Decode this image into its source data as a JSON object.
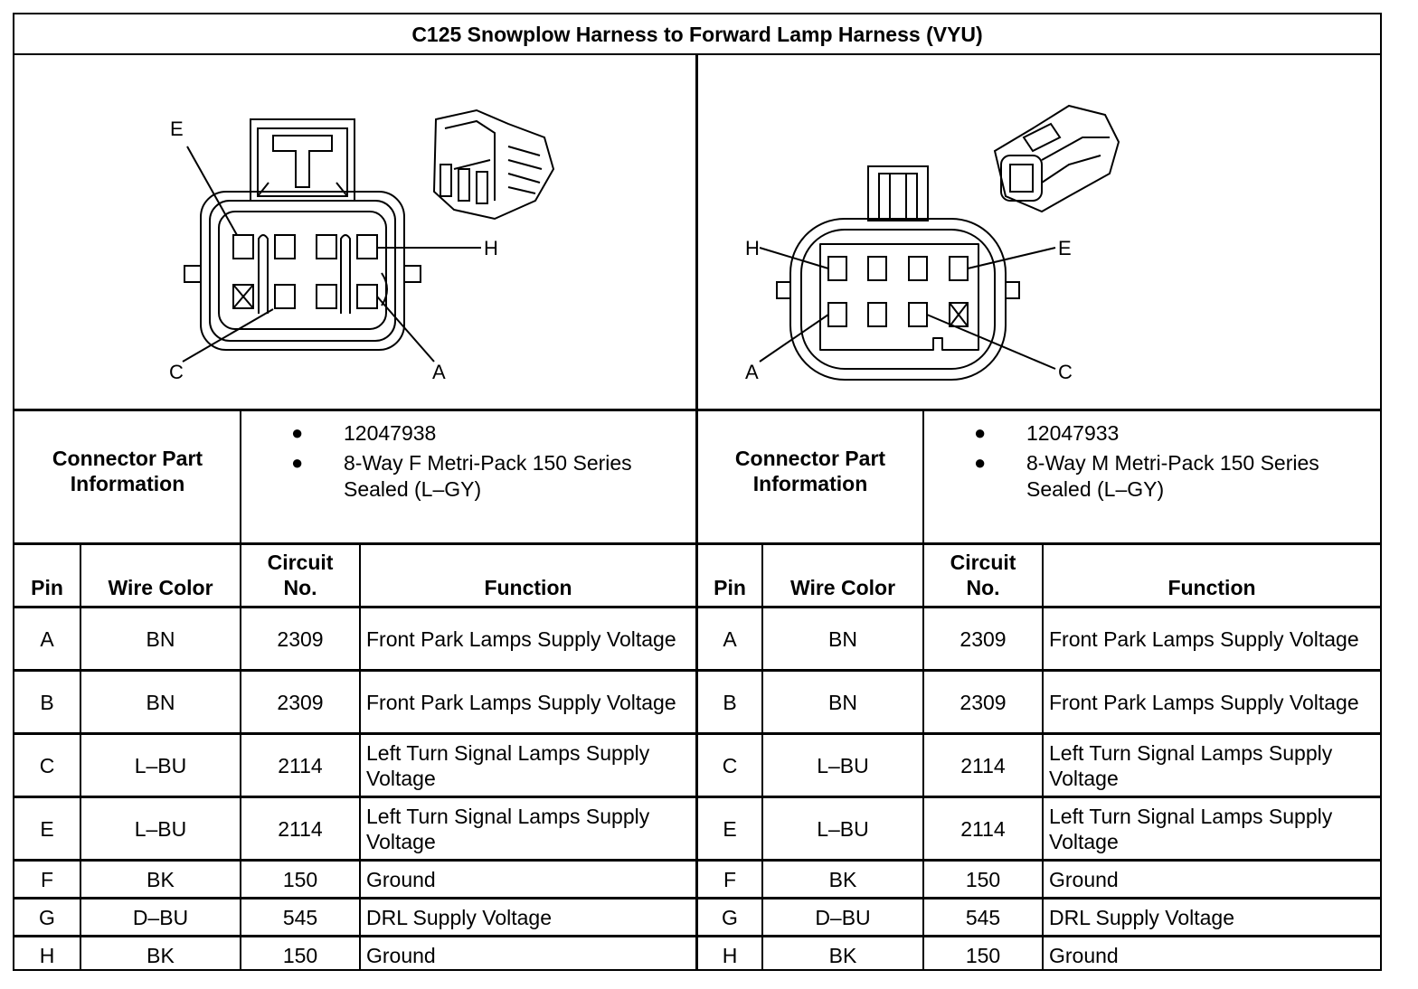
{
  "title": "C125 Snowplow Harness to Forward Lamp Harness (VYU)",
  "connectors": [
    {
      "info_label": "Connector Part Information",
      "part_info": [
        "12047938",
        "8-Way F Metri-Pack 150 Series Sealed (L–GY)"
      ],
      "callouts": [
        "E",
        "H",
        "C",
        "A"
      ],
      "columns": [
        "Pin",
        "Wire Color",
        "Circuit No.",
        "Function"
      ],
      "rows": [
        {
          "pin": "A",
          "wire": "BN",
          "circuit": "2309",
          "function": "Front Park Lamps Supply Voltage"
        },
        {
          "pin": "B",
          "wire": "BN",
          "circuit": "2309",
          "function": "Front Park Lamps Supply Voltage"
        },
        {
          "pin": "C",
          "wire": "L–BU",
          "circuit": "2114",
          "function": "Left Turn Signal Lamps Supply Voltage"
        },
        {
          "pin": "E",
          "wire": "L–BU",
          "circuit": "2114",
          "function": "Left Turn Signal Lamps Supply Voltage"
        },
        {
          "pin": "F",
          "wire": "BK",
          "circuit": "150",
          "function": "Ground"
        },
        {
          "pin": "G",
          "wire": "D–BU",
          "circuit": "545",
          "function": "DRL Supply Voltage"
        },
        {
          "pin": "H",
          "wire": "BK",
          "circuit": "150",
          "function": "Ground"
        }
      ]
    },
    {
      "info_label": "Connector Part Information",
      "part_info": [
        "12047933",
        "8-Way M Metri-Pack 150 Series Sealed (L–GY)"
      ],
      "callouts": [
        "H",
        "E",
        "A",
        "C"
      ],
      "columns": [
        "Pin",
        "Wire Color",
        "Circuit No.",
        "Function"
      ],
      "rows": [
        {
          "pin": "A",
          "wire": "BN",
          "circuit": "2309",
          "function": "Front Park Lamps Supply Voltage"
        },
        {
          "pin": "B",
          "wire": "BN",
          "circuit": "2309",
          "function": "Front Park Lamps Supply Voltage"
        },
        {
          "pin": "C",
          "wire": "L–BU",
          "circuit": "2114",
          "function": "Left Turn Signal Lamps Supply Voltage"
        },
        {
          "pin": "E",
          "wire": "L–BU",
          "circuit": "2114",
          "function": "Left Turn Signal Lamps Supply Voltage"
        },
        {
          "pin": "F",
          "wire": "BK",
          "circuit": "150",
          "function": "Ground"
        },
        {
          "pin": "G",
          "wire": "D–BU",
          "circuit": "545",
          "function": "DRL Supply Voltage"
        },
        {
          "pin": "H",
          "wire": "BK",
          "circuit": "150",
          "function": "Ground"
        }
      ]
    }
  ]
}
